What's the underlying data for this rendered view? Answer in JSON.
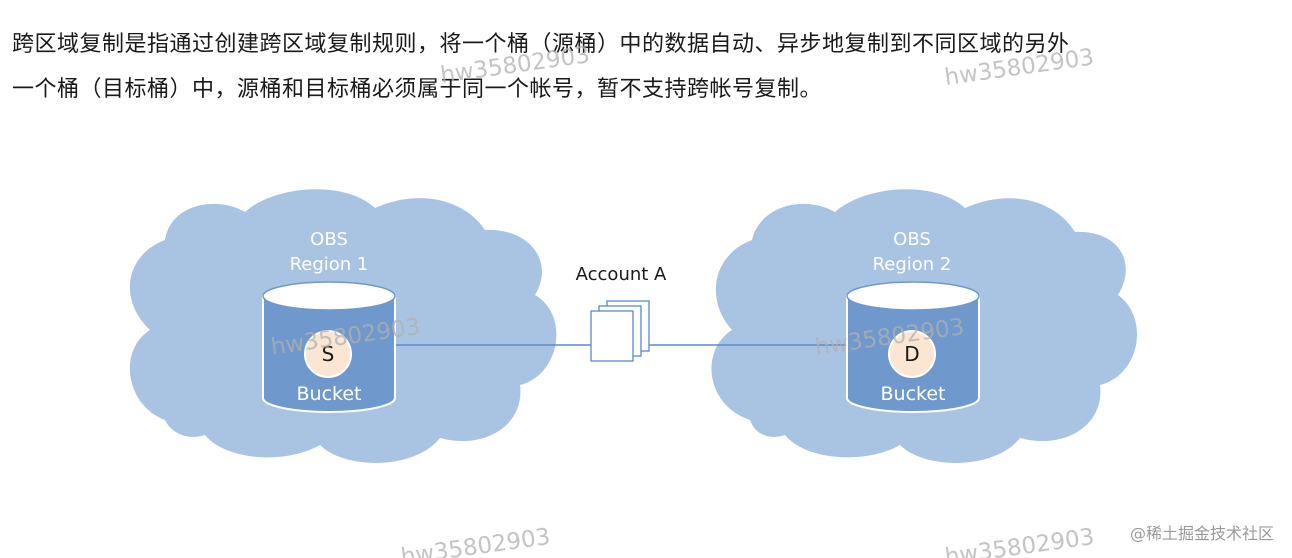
{
  "description": {
    "line1": "跨区域复制是指通过创建跨区域复制规则，将一个桶（源桶）中的数据自动、异步地复制到不同区域的另外",
    "line2": "一个桶（目标桶）中，源桶和目标桶必须属于同一个帐号，暂不支持跨帐号复制。"
  },
  "diagram": {
    "source_region": {
      "label_line1": "OBS",
      "label_line2": "Region 1",
      "bucket_letter": "S",
      "bucket_label": "Bucket"
    },
    "target_region": {
      "label_line1": "OBS",
      "label_line2": "Region 2",
      "bucket_letter": "D",
      "bucket_label": "Bucket"
    },
    "account_label": "Account A"
  },
  "watermarks": {
    "text": "hw35802903"
  },
  "footer": {
    "credit": "@稀土掘金技术社区"
  },
  "colors": {
    "cloud": "#a9c3e3",
    "bucket_body": "#6f98cc",
    "bucket_top": "#ffffff",
    "bucket_letter_circle": "#fbe5d3",
    "connector": "#5b8ac8",
    "label_on_cloud": "#ffffff"
  }
}
